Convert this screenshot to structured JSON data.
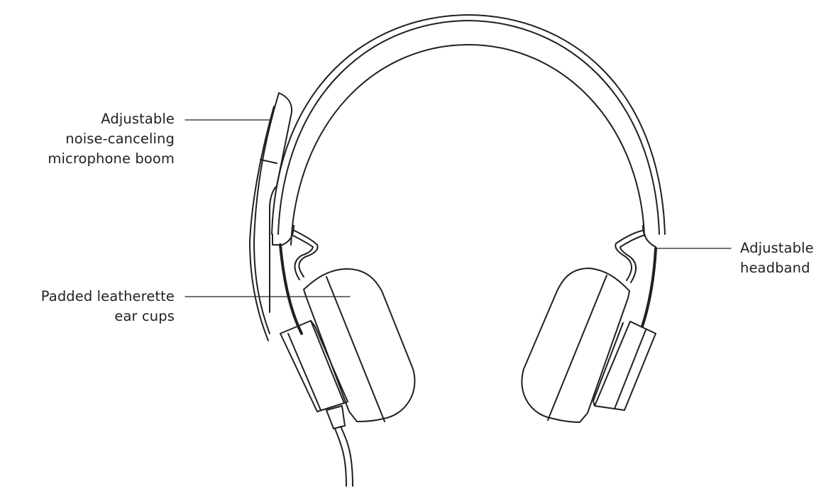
{
  "diagram": {
    "subject": "headset",
    "callouts": [
      {
        "id": "boom",
        "lines": [
          "Adjustable",
          "noise-canceling",
          "microphone boom"
        ]
      },
      {
        "id": "cups",
        "lines": [
          "Padded leatherette",
          "ear cups"
        ]
      },
      {
        "id": "band",
        "lines": [
          "Adjustable",
          "headband"
        ]
      }
    ],
    "colors": {
      "line": "#231f20",
      "background": "#ffffff"
    }
  }
}
